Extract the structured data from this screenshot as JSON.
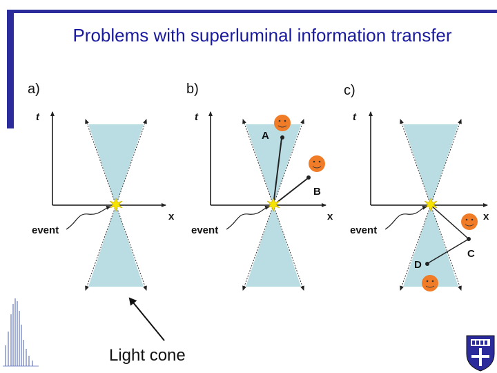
{
  "title": "Problems with superluminal information transfer",
  "panels": [
    {
      "label": "a)",
      "t_axis": "t",
      "x_axis": "x",
      "event": "event"
    },
    {
      "label": "b)",
      "t_axis": "t",
      "x_axis": "x",
      "event": "event",
      "points": [
        "A",
        "B"
      ]
    },
    {
      "label": "c)",
      "t_axis": "t",
      "x_axis": "x",
      "event": "event",
      "points": [
        "C",
        "D"
      ]
    }
  ],
  "annotation": "Light cone",
  "colors": {
    "accent_bar": "#2b2b9c",
    "title": "#1a1a9e",
    "cone": "#b9dde3",
    "observer": "#f07c28",
    "event_star": "#f5e300"
  }
}
